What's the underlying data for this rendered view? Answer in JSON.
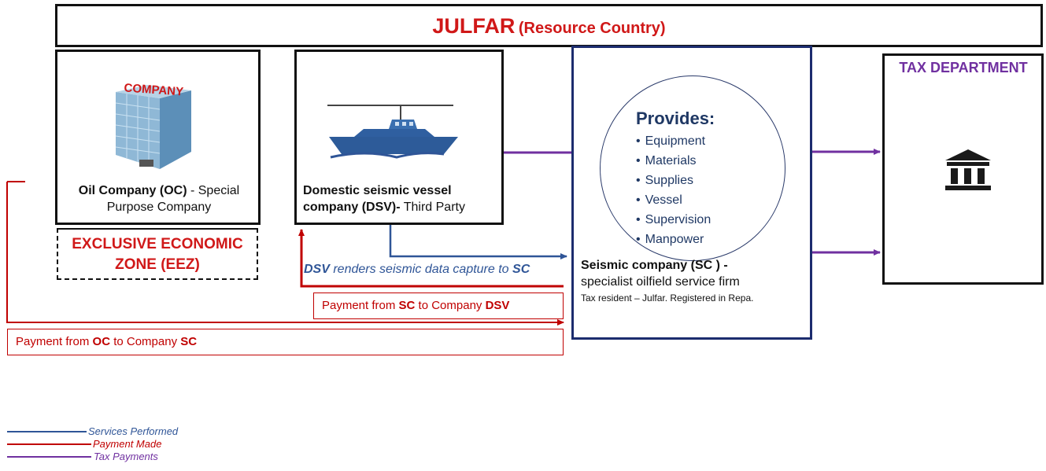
{
  "banner": {
    "title": "JULFAR",
    "subtitle": "(Resource Country)"
  },
  "oil_company": {
    "title": "Oil Company (OC)",
    "rest": " -  Special Purpose Company",
    "icon": "company-building-icon",
    "sign": "COMPANY"
  },
  "eez": {
    "line1": "EXCLUSIVE ECONOMIC",
    "line2": "ZONE (EEZ)"
  },
  "dsv": {
    "title": "Domestic seismic vessel company (DSV)-",
    "rest": " Third Party",
    "icon": "seismic-vessel-icon"
  },
  "sc": {
    "title": "Seismic company (SC ) -",
    "line2": "specialist oilfield service firm",
    "line3": "Tax resident – Julfar. Registered in Repa."
  },
  "provides": {
    "title": "Provides:",
    "items": [
      "Equipment",
      "Materials",
      "Supplies",
      "Vessel",
      "Supervision",
      "Manpower"
    ]
  },
  "tax": {
    "title": "TAX DEPARTMENT",
    "icon": "government-building-icon"
  },
  "flows": {
    "dsv_note": {
      "b1": "DSV",
      "mid": " renders seismic data capture to ",
      "b2": "SC"
    },
    "pay_sc_dsv": {
      "pre": "Payment from ",
      "b1": "SC",
      "mid": " to Company ",
      "b2": "DSV"
    },
    "pay_oc_sc": {
      "pre": "Payment from ",
      "b1": "OC",
      "mid": " to Company ",
      "b2": "SC"
    }
  },
  "legend": [
    {
      "label": "Services Performed",
      "color": "#2f5597"
    },
    {
      "label": "Payment Made",
      "color": "#c00000"
    },
    {
      "label": "Tax Payments",
      "color": "#7030a0"
    }
  ],
  "colors": {
    "red": "#d01818",
    "blue": "#2f5597",
    "purple": "#7030a0",
    "navy": "#1c2c6e"
  }
}
